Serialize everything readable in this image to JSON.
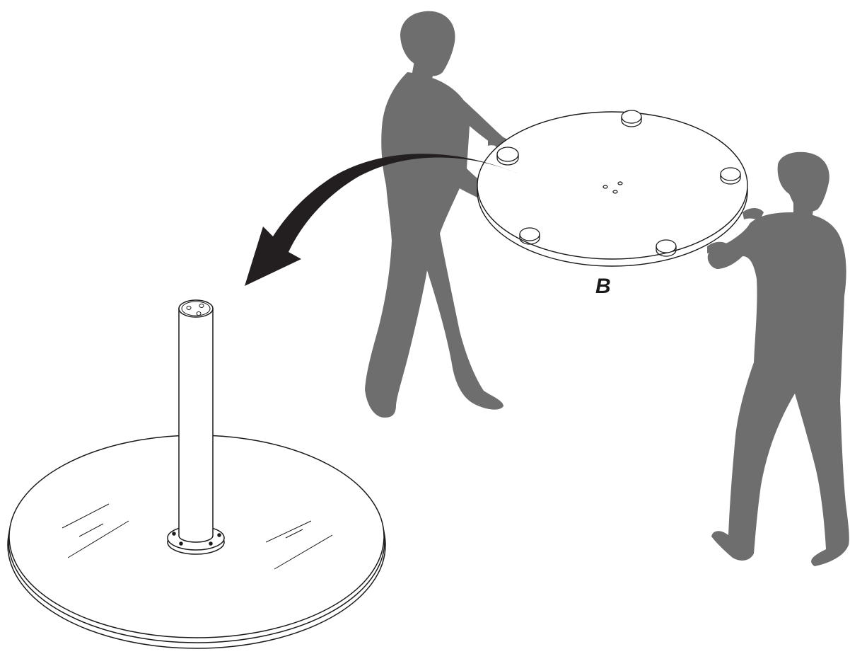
{
  "diagram": {
    "part_label": "B",
    "colors": {
      "silhouette": "#6e6e6e",
      "line": "#1a1a1a",
      "arrow": "#231f20",
      "background": "#ffffff"
    },
    "icons": [
      "person-silhouette",
      "curved-arrow",
      "round-tabletop",
      "table-base-column"
    ]
  }
}
